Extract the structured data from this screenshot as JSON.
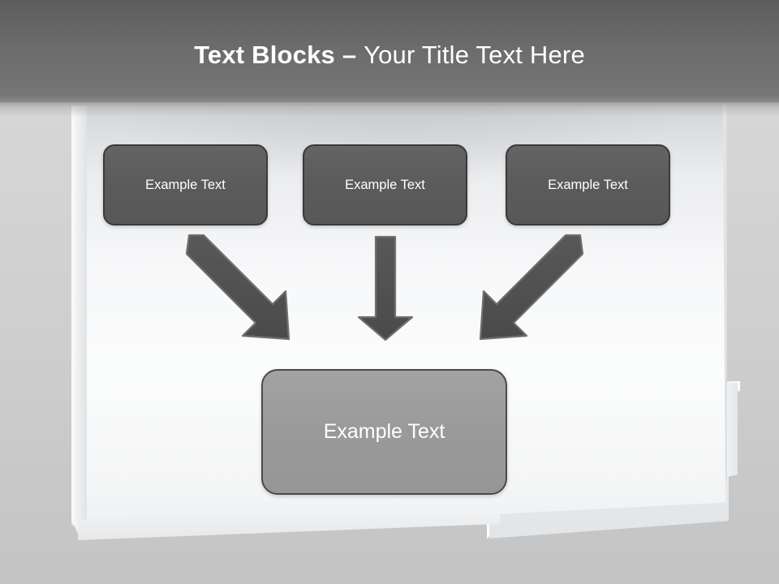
{
  "slide": {
    "title": {
      "bold_part": "Text Blocks ",
      "separator": "– ",
      "light_part": "Your Title Text Here"
    },
    "watermark_text": "",
    "colors": {
      "header_band": "#6b6b6b",
      "background": "#cfcfcf",
      "board": "#f9fafb",
      "small_box_fill": "#5b5b5b",
      "small_box_border": "#3a3a3a",
      "big_box_fill": "#9a9a9a",
      "big_box_border": "#4a4a4a",
      "arrow_fill": "#4f4f4f",
      "arrow_border": "#6e6e6e",
      "text": "#ffffff"
    }
  },
  "diagram": {
    "top_boxes": [
      {
        "label": "Example Text"
      },
      {
        "label": "Example Text"
      },
      {
        "label": "Example Text"
      }
    ],
    "arrows": [
      {
        "name": "arrow-diagonal-down-right",
        "direction": "down-right"
      },
      {
        "name": "arrow-straight-down",
        "direction": "down"
      },
      {
        "name": "arrow-diagonal-down-left",
        "direction": "down-left"
      }
    ],
    "bottom_box": {
      "label": "Example Text"
    }
  }
}
